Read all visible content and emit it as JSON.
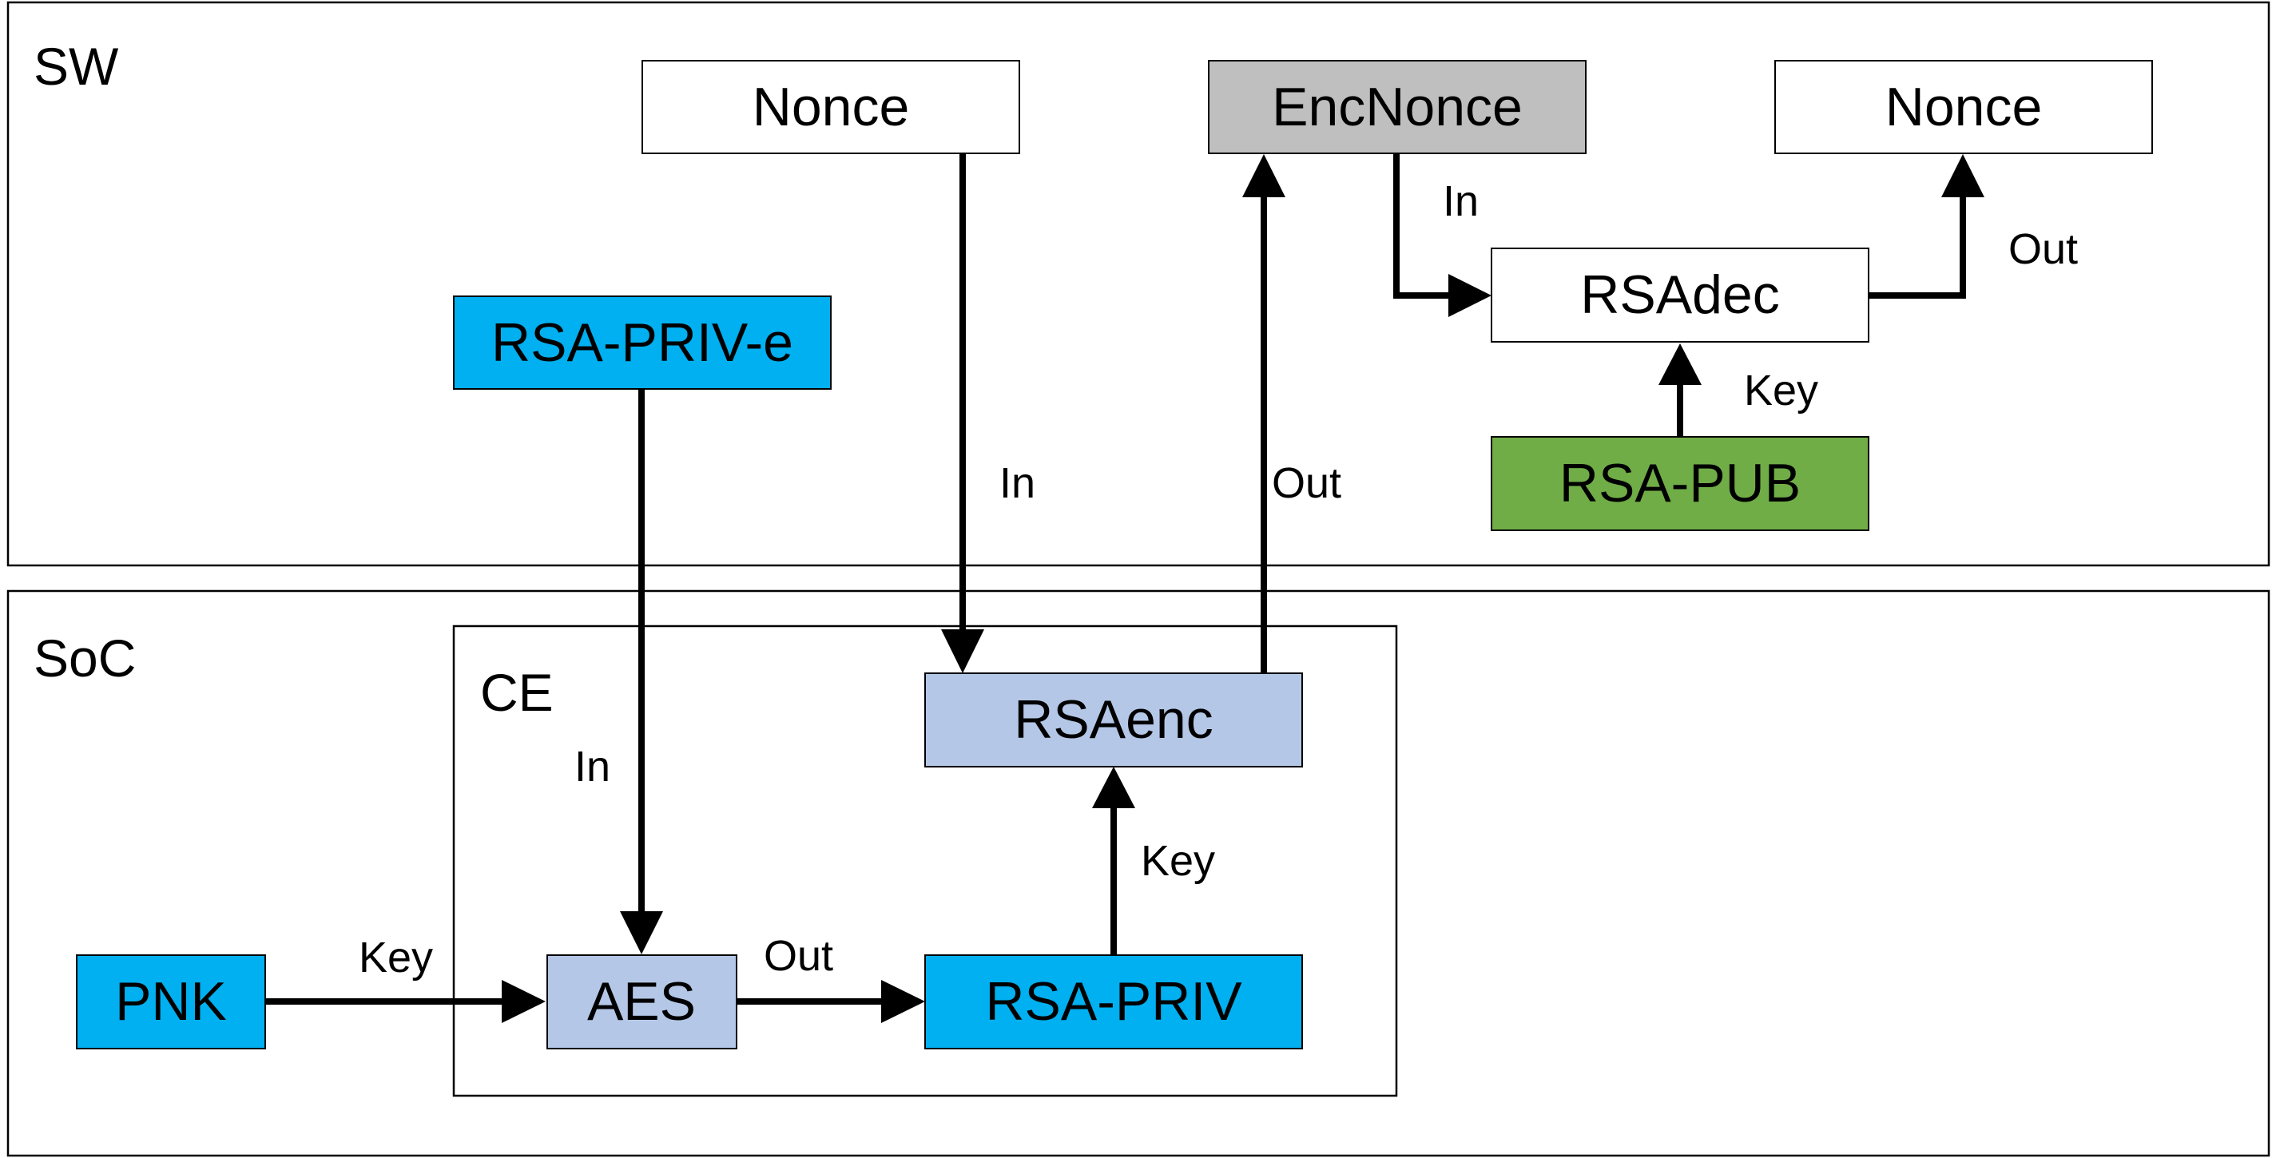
{
  "regions": {
    "sw": {
      "label": "SW"
    },
    "soc": {
      "label": "SoC"
    },
    "ce": {
      "label": "CE"
    }
  },
  "nodes": {
    "nonce_in": {
      "label": "Nonce"
    },
    "encnonce": {
      "label": "EncNonce"
    },
    "nonce_out": {
      "label": "Nonce"
    },
    "rsa_priv_e": {
      "label": "RSA-PRIV-e"
    },
    "rsadec": {
      "label": "RSAdec"
    },
    "rsa_pub": {
      "label": "RSA-PUB"
    },
    "rsaenc": {
      "label": "RSAenc"
    },
    "pnk": {
      "label": "PNK"
    },
    "aes": {
      "label": "AES"
    },
    "rsa_priv": {
      "label": "RSA-PRIV"
    }
  },
  "edges": {
    "nonce_to_rsaenc": {
      "label": "In"
    },
    "rsaenc_to_encnonce": {
      "label": "Out"
    },
    "encnonce_to_rsadec": {
      "label": "In"
    },
    "rsadec_to_nonce": {
      "label": "Out"
    },
    "rsapub_to_rsadec": {
      "label": "Key"
    },
    "rsaprive_to_aes": {
      "label": "In"
    },
    "pnk_to_aes": {
      "label": "Key"
    },
    "aes_to_rsapriv": {
      "label": "Out"
    },
    "rsapriv_to_rsaenc": {
      "label": "Key"
    }
  },
  "colors": {
    "plain_box": "#ffffff",
    "encnonce_box": "#bfbfbf",
    "key_box": "#00b0f0",
    "engine_box": "#b4c7e7",
    "public_key_box": "#70ad47",
    "lines": "#000000"
  }
}
